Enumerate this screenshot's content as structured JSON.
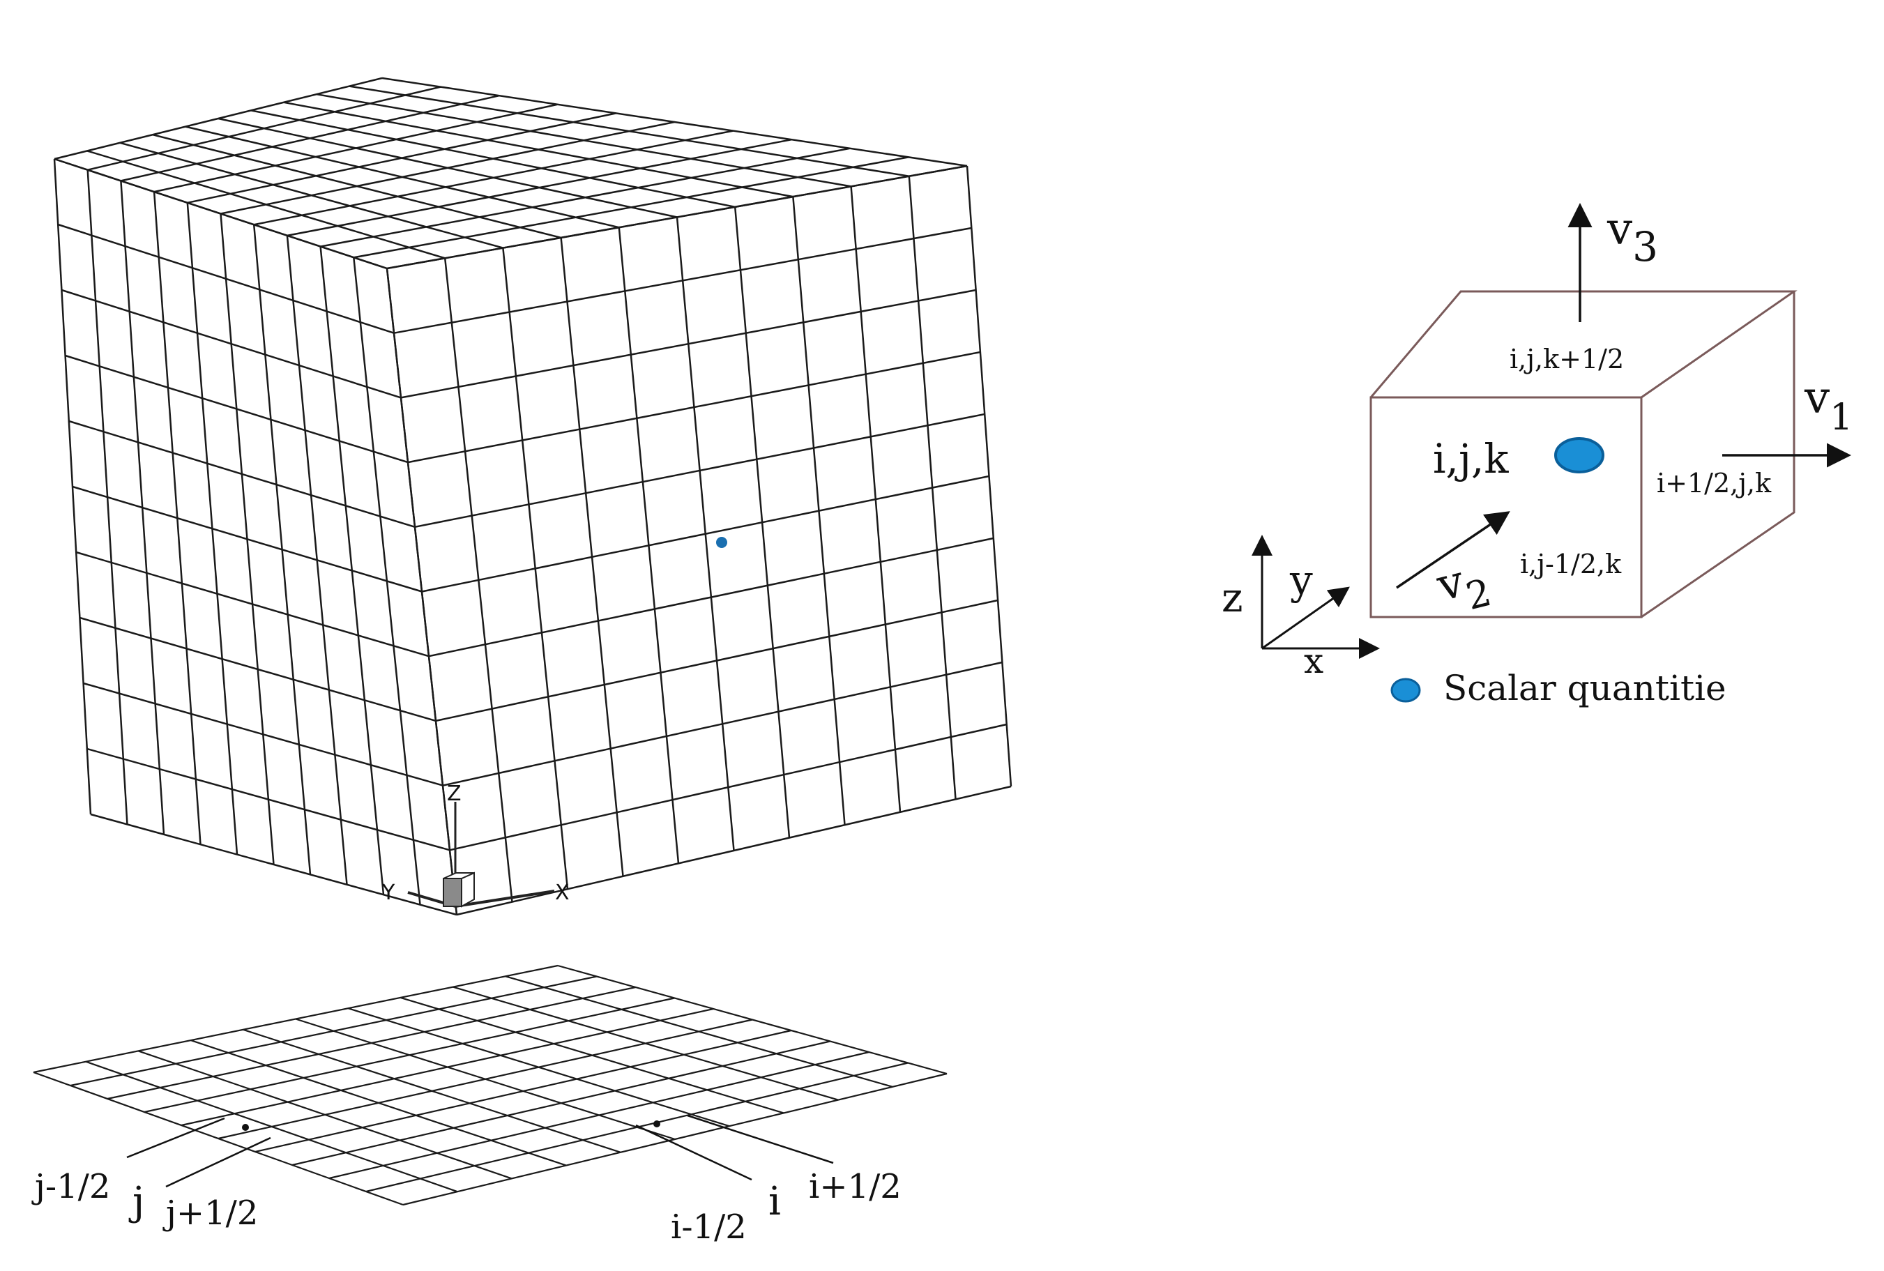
{
  "colors": {
    "grid_line": "#1a1a1a",
    "cell_box": "#7a5a5a",
    "scalar_dot": "#1a8fd6",
    "scalar_dot_dark": "#0a5f9a",
    "triad_box": "#8a8a8a"
  },
  "grid_model": {
    "cube_cells_per_edge": 10,
    "plane_cells": 10,
    "triad": {
      "z": "Z",
      "y": "Y",
      "x": "X"
    }
  },
  "plane_labels": {
    "j_minus": "j-1/2",
    "j": "j",
    "j_plus": "j+1/2",
    "i_minus": "i-1/2",
    "i": "i",
    "i_plus": "i+1/2"
  },
  "cell": {
    "v3": {
      "main": "v",
      "sub": "3"
    },
    "v1": {
      "main": "v",
      "sub": "1"
    },
    "v2": {
      "main": "v",
      "sub": "2"
    },
    "top_face": "i,j,k+1/2",
    "center": "i,j,k",
    "right_face": "i+1/2,j,k",
    "front_face": "i,j-1/2,k",
    "axes": {
      "z": "z",
      "y": "y",
      "x": "x"
    },
    "legend": "Scalar quantitie"
  }
}
